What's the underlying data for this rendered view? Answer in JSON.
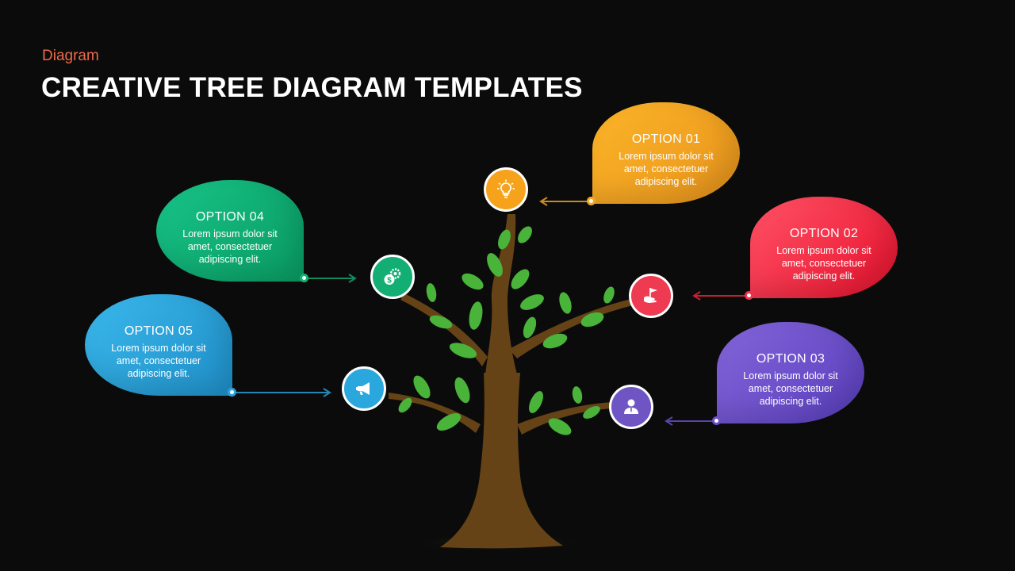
{
  "header": {
    "subtitle": "Diagram",
    "title": "CREATIVE TREE DIAGRAM TEMPLATES"
  },
  "options": [
    {
      "id": "01",
      "title": "OPTION  01",
      "text": "Lorem ipsum dolor sit amet, consectetuer adipiscing elit.",
      "color": "#f5a623",
      "icon": "lightbulb-icon"
    },
    {
      "id": "02",
      "title": "OPTION  02",
      "text": "Lorem ipsum dolor sit amet, consectetuer adipiscing elit.",
      "color": "#f0314a",
      "icon": "flag-hand-icon"
    },
    {
      "id": "03",
      "title": "OPTION  03",
      "text": "Lorem ipsum dolor sit amet, consectetuer adipiscing elit.",
      "color": "#6d4fc9",
      "icon": "person-icon"
    },
    {
      "id": "04",
      "title": "OPTION  04",
      "text": "Lorem ipsum dolor sit amet, consectetuer adipiscing elit.",
      "color": "#12b374",
      "icon": "money-gear-icon"
    },
    {
      "id": "05",
      "title": "OPTION  05",
      "text": "Lorem ipsum dolor sit amet, consectetuer adipiscing elit.",
      "color": "#2ba3da",
      "icon": "megaphone-icon"
    }
  ],
  "colors": {
    "background": "#0b0b0b",
    "trunk": "#654316",
    "leaf": "#49b33a",
    "subtitle": "#ee6a47"
  }
}
